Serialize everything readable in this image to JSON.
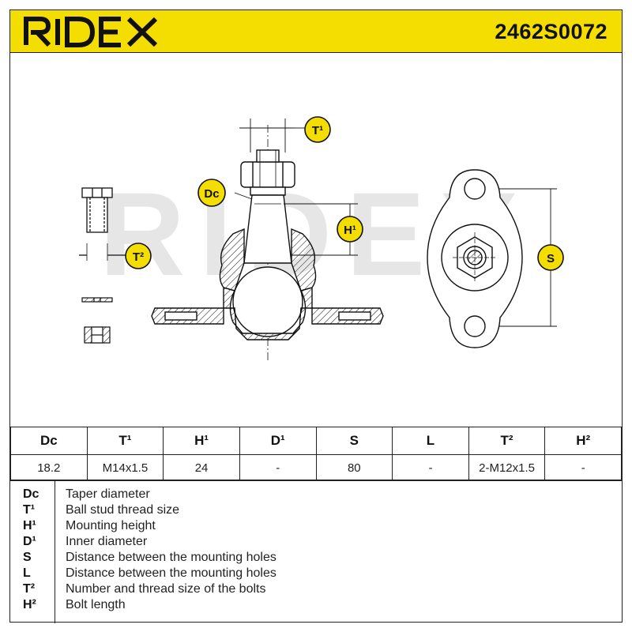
{
  "header": {
    "brand": "RIDEX",
    "part_number": "2462S0072"
  },
  "colors": {
    "header_bg": "#f4dd00",
    "callout_bg": "#f4dd00",
    "ink": "#111111",
    "watermark": "#e6e6e6"
  },
  "watermark": {
    "text": "RIDEX"
  },
  "diagram": {
    "callouts": {
      "t1": "T¹",
      "dc": "Dc",
      "h1": "H¹",
      "t2": "T²",
      "s": "S"
    }
  },
  "table": {
    "headers": [
      "Dc",
      "T¹",
      "H¹",
      "D¹",
      "S",
      "L",
      "T²",
      "H²"
    ],
    "values": [
      "18.2",
      "M14x1.5",
      "24",
      "-",
      "80",
      "-",
      "2-M12x1.5",
      "-"
    ]
  },
  "legend": [
    {
      "code": "Dc",
      "desc": "Taper diameter"
    },
    {
      "code": "T¹",
      "desc": "Ball stud thread size"
    },
    {
      "code": "H¹",
      "desc": "Mounting height"
    },
    {
      "code": "D¹",
      "desc": "Inner diameter"
    },
    {
      "code": "S",
      "desc": "Distance between the mounting holes"
    },
    {
      "code": "L",
      "desc": "Distance between the mounting holes"
    },
    {
      "code": "T²",
      "desc": "Number and thread size of the bolts"
    },
    {
      "code": "H²",
      "desc": "Bolt length"
    }
  ]
}
